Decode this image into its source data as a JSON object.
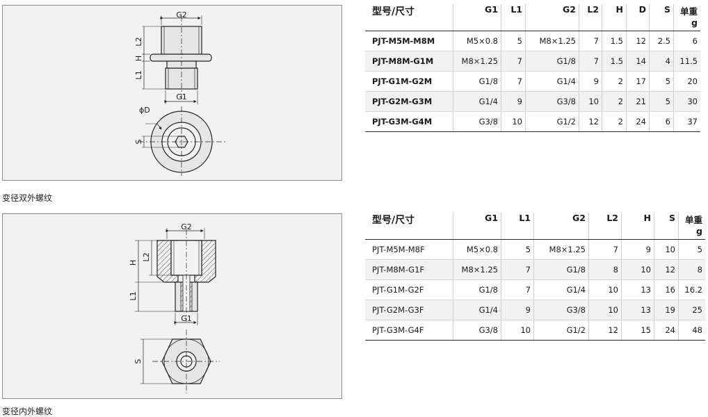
{
  "section1": {
    "caption": "变径双外螺纹",
    "labels": {
      "g2": "G2",
      "l2": "L2",
      "h": "H",
      "l1": "L1",
      "g1": "G1",
      "d": "ϕD",
      "s": "S"
    },
    "table": {
      "headers": [
        "型号/尺寸",
        "G1",
        "L1",
        "G2",
        "L2",
        "H",
        "D",
        "S",
        "单重\ng"
      ],
      "rows": [
        [
          "PJT-M5M-M8M",
          "M5×0.8",
          "5",
          "M8×1.25",
          "7",
          "1.5",
          "12",
          "2.5",
          "6"
        ],
        [
          "PJT-M8M-G1M",
          "M8×1.25",
          "7",
          "G1/8",
          "7",
          "1.5",
          "14",
          "4",
          "11.5"
        ],
        [
          "PJT-G1M-G2M",
          "G1/8",
          "7",
          "G1/4",
          "9",
          "2",
          "17",
          "5",
          "20"
        ],
        [
          "PJT-G2M-G3M",
          "G1/4",
          "9",
          "G3/8",
          "10",
          "2",
          "21",
          "5",
          "30"
        ],
        [
          "PJT-G3M-G4M",
          "G3/8",
          "10",
          "G1/2",
          "12",
          "2",
          "24",
          "6",
          "37"
        ]
      ]
    }
  },
  "section2": {
    "caption": "变径内外螺纹",
    "labels": {
      "g2": "G2",
      "l2": "L2",
      "h": "H",
      "l1": "L1",
      "g1": "G1",
      "s": "S"
    },
    "table": {
      "headers": [
        "型号/尺寸",
        "G1",
        "L1",
        "G2",
        "L2",
        "H",
        "S",
        "单重\ng"
      ],
      "rows": [
        [
          "PJT-M5M-M8F",
          "M5×0.8",
          "5",
          "M8×1.25",
          "7",
          "9",
          "10",
          "5"
        ],
        [
          "PJT-M8M-G1F",
          "M8×1.25",
          "7",
          "G1/8",
          "8",
          "10",
          "12",
          "8"
        ],
        [
          "PJT-G1M-G2F",
          "G1/8",
          "7",
          "G1/4",
          "10",
          "13",
          "16",
          "16.2"
        ],
        [
          "PJT-G2M-G3F",
          "G1/4",
          "9",
          "G3/8",
          "10",
          "13",
          "19",
          "25"
        ],
        [
          "PJT-G3M-G4F",
          "G3/8",
          "10",
          "G1/2",
          "12",
          "15",
          "24",
          "48"
        ]
      ]
    }
  }
}
